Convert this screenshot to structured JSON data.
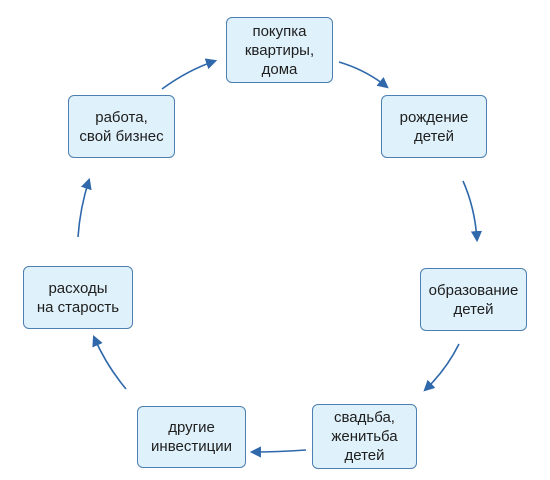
{
  "diagram": {
    "accent_color": "#2f68ab",
    "node_fill": "#dff1fa",
    "node_border": "#4d7fb0",
    "nodes": [
      {
        "id": "buy",
        "label": "покупка\nквартиры,\nдома"
      },
      {
        "id": "birth",
        "label": "рождение\nдетей"
      },
      {
        "id": "edu",
        "label": "образование\nдетей"
      },
      {
        "id": "wed",
        "label": "свадьба,\nженитьба\nдетей"
      },
      {
        "id": "inv",
        "label": "другие\nинвестиции"
      },
      {
        "id": "old",
        "label": "расходы\nна старость"
      },
      {
        "id": "work",
        "label": "работа,\nсвой бизнес"
      }
    ],
    "edges": [
      {
        "from": "buy",
        "to": "birth"
      },
      {
        "from": "birth",
        "to": "edu"
      },
      {
        "from": "edu",
        "to": "wed"
      },
      {
        "from": "wed",
        "to": "inv"
      },
      {
        "from": "inv",
        "to": "old"
      },
      {
        "from": "old",
        "to": "work"
      },
      {
        "from": "work",
        "to": "buy"
      }
    ]
  }
}
